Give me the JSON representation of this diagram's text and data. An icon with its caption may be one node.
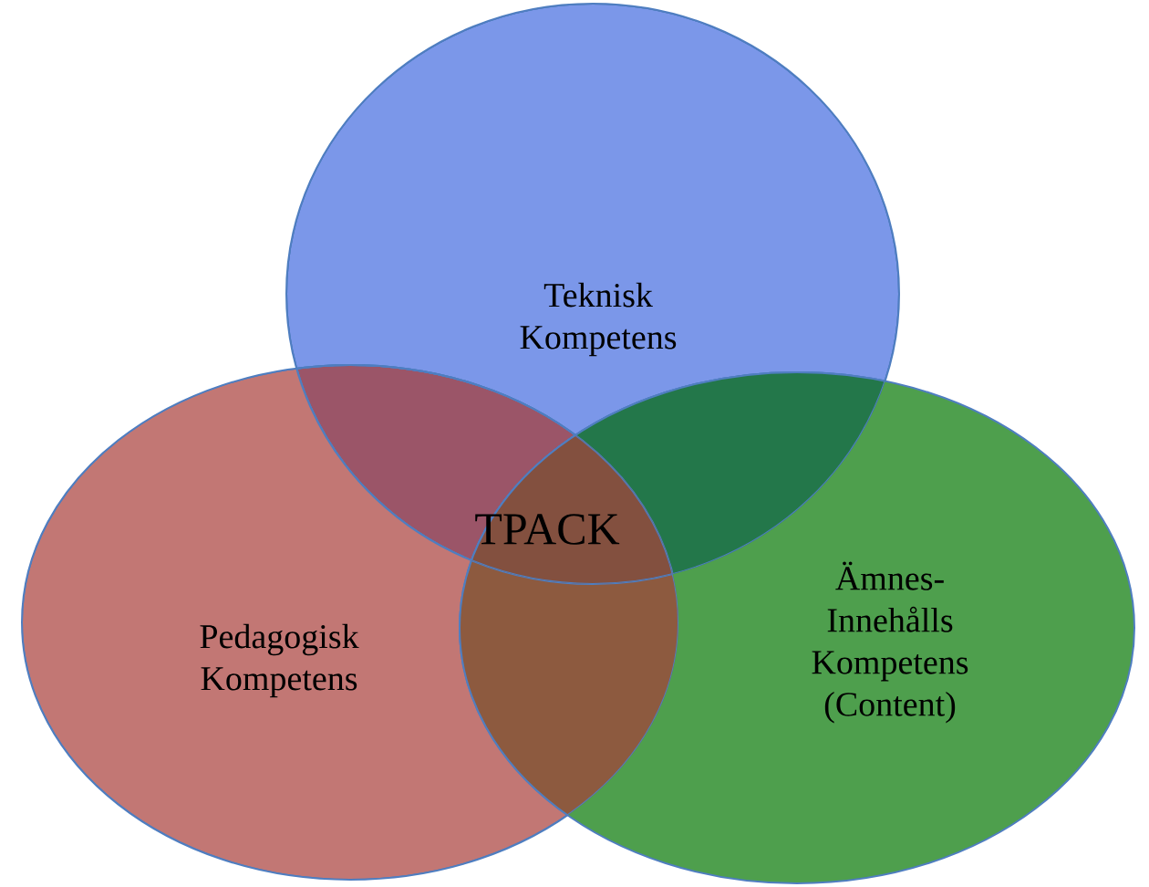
{
  "diagram": {
    "nodes": [
      {
        "text": [
          "Teknisk Kompetens"
        ]
      },
      {
        "text": [
          "Pedagogisk Kompetens"
        ]
      },
      {
        "text": [
          "Ämnes- Innehålls Kompetens (Content)"
        ]
      }
    ],
    "labels": [
      "TPACK"
    ]
  }
}
